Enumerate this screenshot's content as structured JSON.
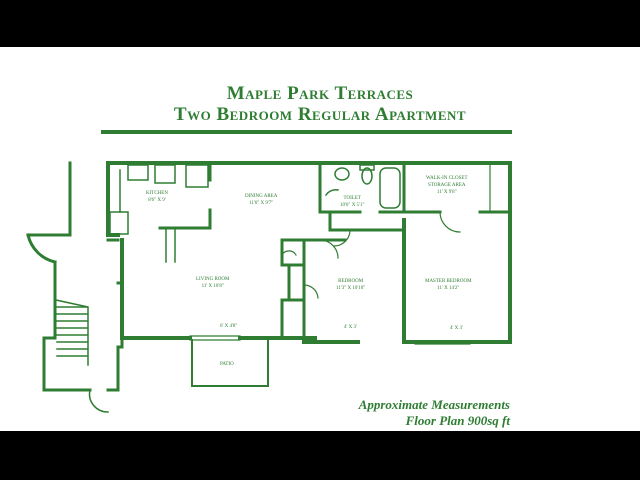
{
  "header": {
    "title_line1": "Maple Park Terraces",
    "title_line2": "Two Bedroom Regular Apartment"
  },
  "rooms": {
    "kitchen": {
      "name": "KITCHEN",
      "size": "8'6\" X 9'"
    },
    "dining": {
      "name": "DINING AREA",
      "size": "11'6\" X 9'7\""
    },
    "toilet": {
      "name": "TOILET",
      "size": "10'6\" X 5'1\""
    },
    "closet": {
      "name": "WALK-IN CLOSET",
      "name2": "STORAGE AREA",
      "size": "11' X 9'8\""
    },
    "living": {
      "name": "LIVING ROOM",
      "size": "11' X 10'8\"",
      "window": "6' X 4'8\""
    },
    "bedroom": {
      "name": "BEDROOM",
      "size": "11'3\" X 10'10\"",
      "window": "4' X 3'"
    },
    "master": {
      "name": "MASTER BEDROOM",
      "size": "11' X 14'2\"",
      "window": "4' X 3'"
    },
    "patio": {
      "name": "PATIO"
    }
  },
  "footer": {
    "line1": "Approximate Measurements",
    "line2": "Floor Plan 900sq ft"
  },
  "colors": {
    "ink": "#2e7d32",
    "background": "#ffffff",
    "letterbox": "#000000"
  }
}
